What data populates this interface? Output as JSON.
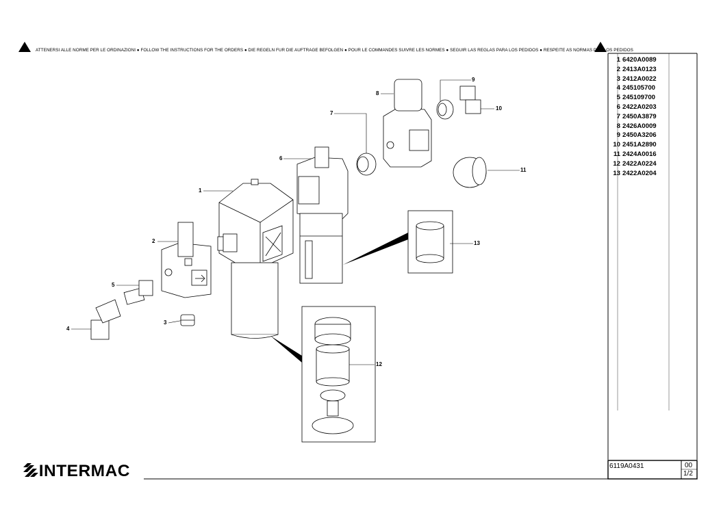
{
  "warning": {
    "text": "ATTENERSI ALLE NORME PER LE ORDINAZIONI ● FOLLOW THE INSTRUCTIONS FOR THE ORDERS ● DIE REGELN FUR DIE AUFTRAGE BEFOLGEN ● POUR LE COMMANDES SUIVRE LES NORMES ● SEGUIR LAS REGLAS PARA LOS PEDIDOS ● RESPEITE AS NORMAS PARA OS PEDIDOS",
    "icon": "warning-triangle-icon"
  },
  "parts": [
    {
      "num": "1",
      "code": "6420A0089"
    },
    {
      "num": "2",
      "code": "2413A0123"
    },
    {
      "num": "3",
      "code": "2412A0022"
    },
    {
      "num": "4",
      "code": "245105700"
    },
    {
      "num": "5",
      "code": "245109700"
    },
    {
      "num": "6",
      "code": "2422A0203"
    },
    {
      "num": "7",
      "code": "2450A3879"
    },
    {
      "num": "8",
      "code": "2426A0009"
    },
    {
      "num": "9",
      "code": "2450A3206"
    },
    {
      "num": "10",
      "code": "2451A2890"
    },
    {
      "num": "11",
      "code": "2424A0016"
    },
    {
      "num": "12",
      "code": "2422A0224"
    },
    {
      "num": "13",
      "code": "2422A0204"
    }
  ],
  "callouts": {
    "c1": "1",
    "c2": "2",
    "c3": "3",
    "c4": "4",
    "c5": "5",
    "c6": "6",
    "c7": "7",
    "c8": "8",
    "c9": "9",
    "c10": "10",
    "c11": "11",
    "c12": "12",
    "c13": "13"
  },
  "title_block": {
    "drawing_number": "6119A0431",
    "revision": "00",
    "sheet": "1/2"
  },
  "logo": {
    "text": "INTERMAC",
    "icon": "intermac-stripes-icon"
  }
}
